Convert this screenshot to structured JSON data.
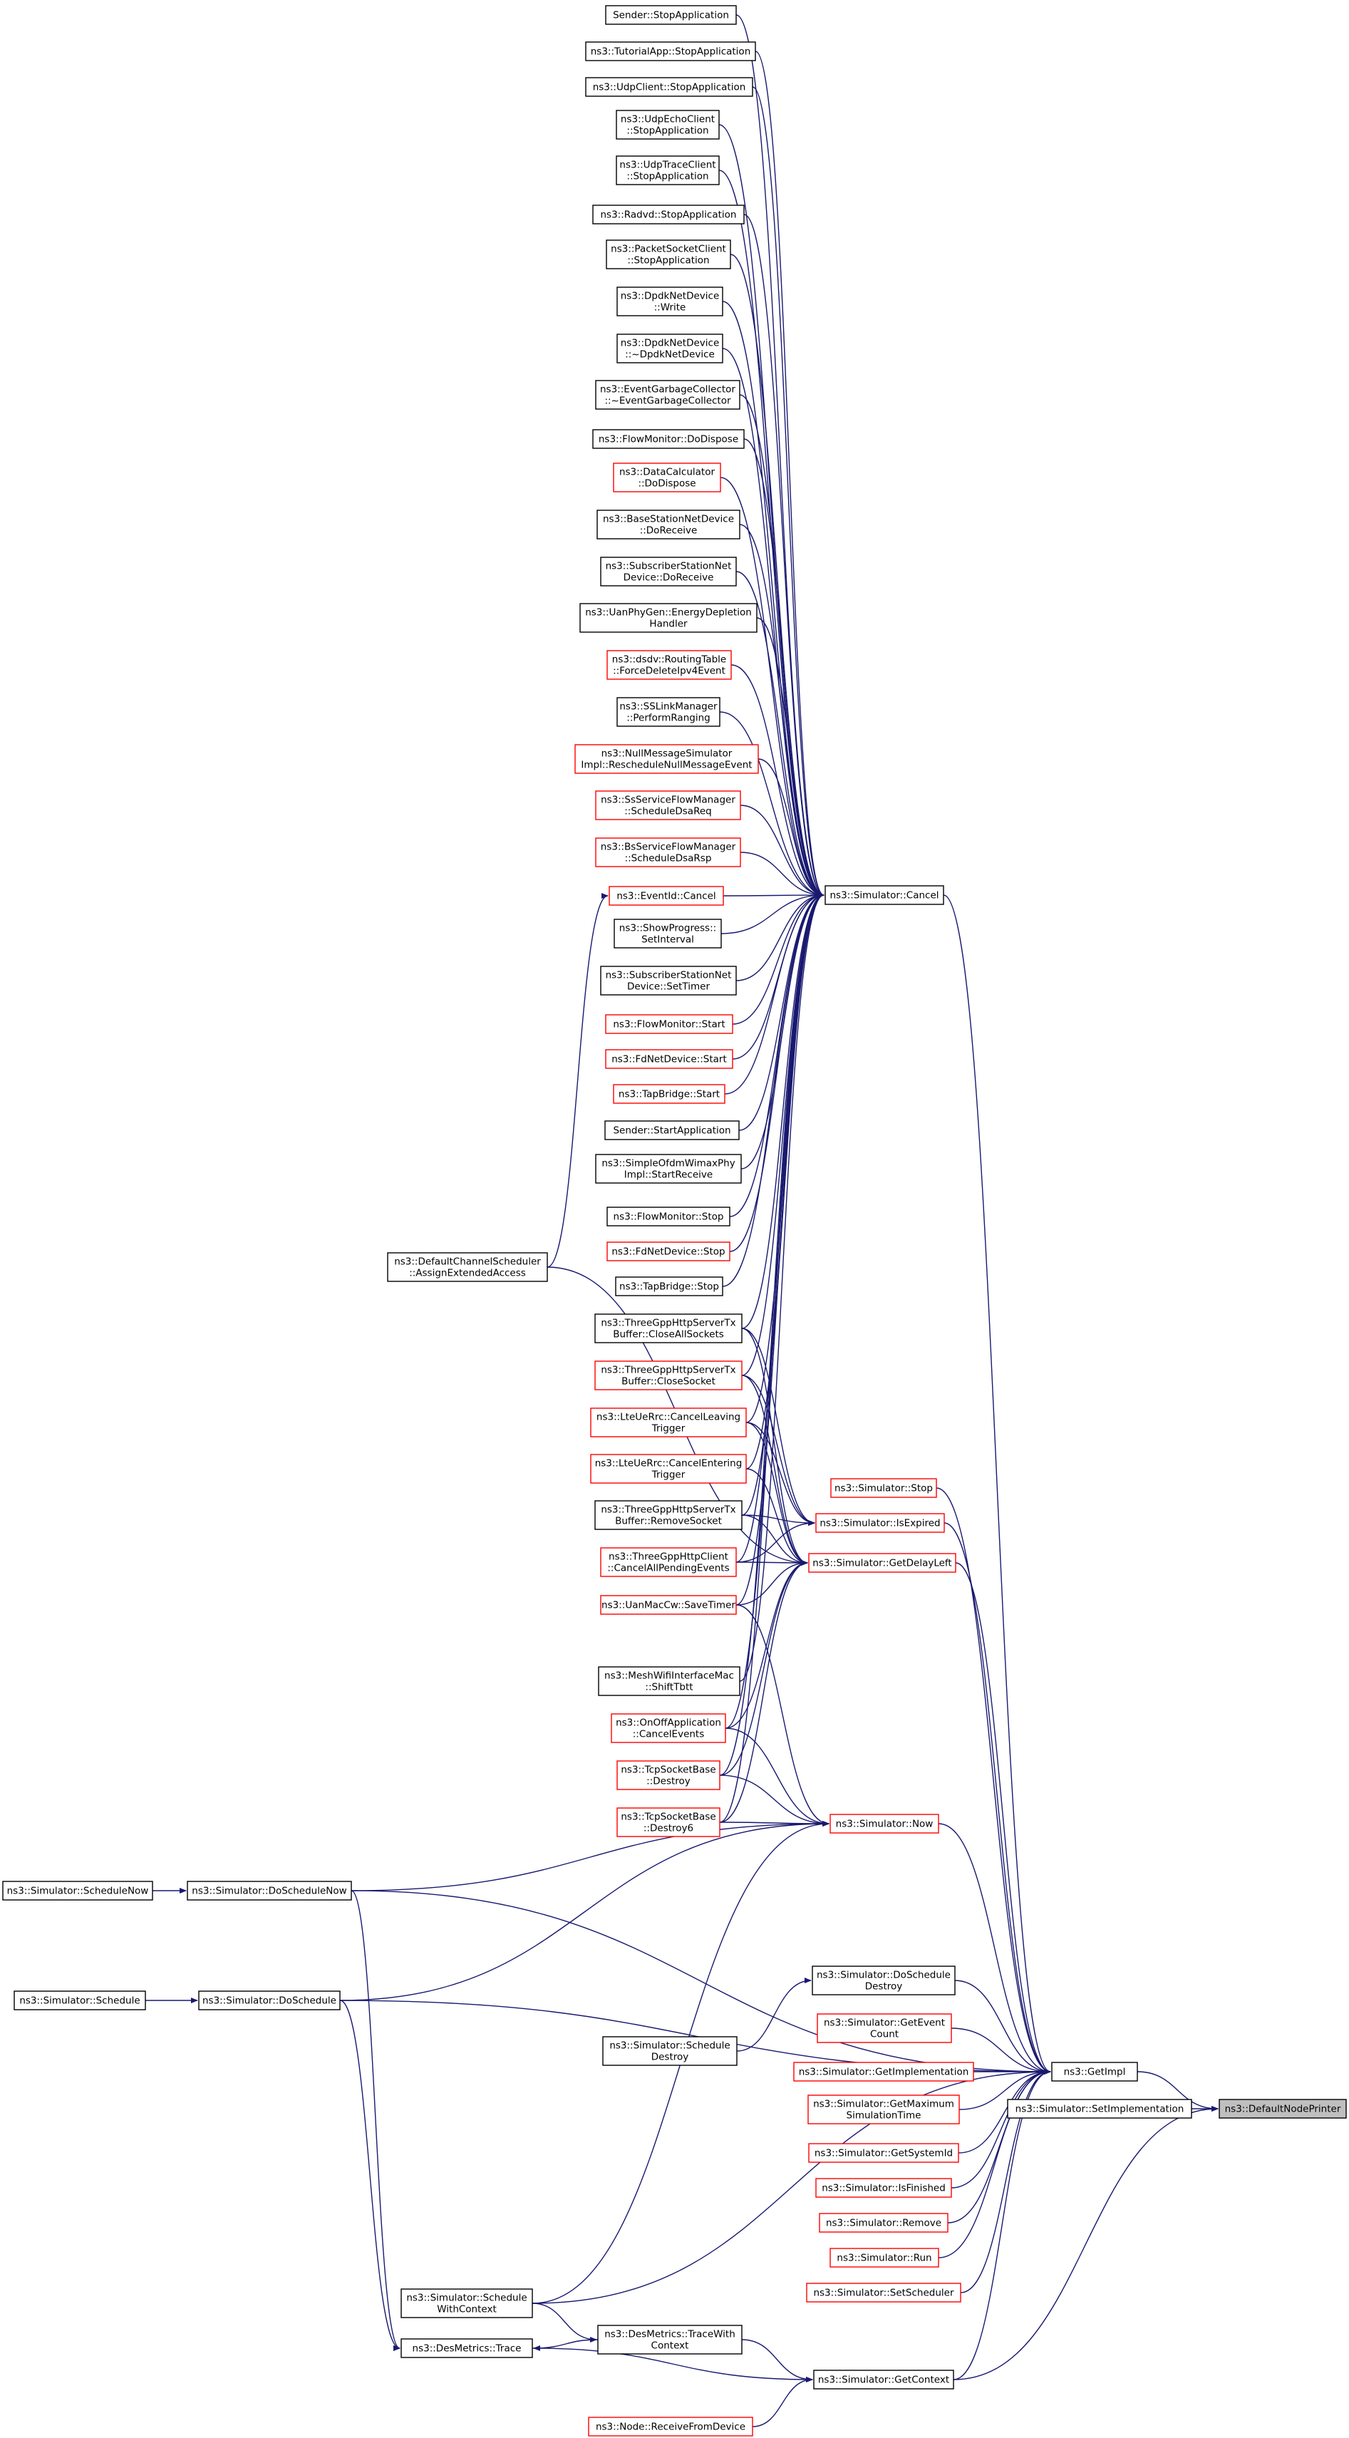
{
  "graph": {
    "edge_color": "#191970",
    "root_fill": "#bfbfbf",
    "incomplete_border": "#ff0000",
    "complete_border": "#000000",
    "nodes": [
      {
        "id": "n_stopapp_sender",
        "lines": [
          "Sender::StopApplication"
        ],
        "style": "link"
      },
      {
        "id": "n_tutorial_stop",
        "lines": [
          "ns3::TutorialApp::StopApplication"
        ],
        "style": "link"
      },
      {
        "id": "n_udpclient_stop",
        "lines": [
          "ns3::UdpClient::StopApplication"
        ],
        "style": "link"
      },
      {
        "id": "n_udpecho_stop",
        "lines": [
          "ns3::UdpEchoClient",
          "::StopApplication"
        ],
        "style": "link"
      },
      {
        "id": "n_udptrace_stop",
        "lines": [
          "ns3::UdpTraceClient",
          "::StopApplication"
        ],
        "style": "link"
      },
      {
        "id": "n_radvd_stop",
        "lines": [
          "ns3::Radvd::StopApplication"
        ],
        "style": "link"
      },
      {
        "id": "n_packetsocket_stop",
        "lines": [
          "ns3::PacketSocketClient",
          "::StopApplication"
        ],
        "style": "link"
      },
      {
        "id": "n_dpdk_write",
        "lines": [
          "ns3::DpdkNetDevice",
          "::Write"
        ],
        "style": "link"
      },
      {
        "id": "n_dpdk_dtor",
        "lines": [
          "ns3::DpdkNetDevice",
          "::~DpdkNetDevice"
        ],
        "style": "link"
      },
      {
        "id": "n_egc_dtor",
        "lines": [
          "ns3::EventGarbageCollector",
          "::~EventGarbageCollector"
        ],
        "style": "link"
      },
      {
        "id": "n_flowmon_dispose",
        "lines": [
          "ns3::FlowMonitor::DoDispose"
        ],
        "style": "link"
      },
      {
        "id": "n_datacalc_dispose",
        "lines": [
          "ns3::DataCalculator",
          "::DoDispose"
        ],
        "style": "red"
      },
      {
        "id": "n_bsnd_receive",
        "lines": [
          "ns3::BaseStationNetDevice",
          "::DoReceive"
        ],
        "style": "link"
      },
      {
        "id": "n_ssnd_receive",
        "lines": [
          "ns3::SubscriberStationNet",
          "Device::DoReceive"
        ],
        "style": "link"
      },
      {
        "id": "n_uanphygen",
        "lines": [
          "ns3::UanPhyGen::EnergyDepletion",
          "Handler"
        ],
        "style": "link"
      },
      {
        "id": "n_dsdv_force",
        "lines": [
          "ns3::dsdv::RoutingTable",
          "::ForceDeleteIpv4Event"
        ],
        "style": "red"
      },
      {
        "id": "n_sslink_ranging",
        "lines": [
          "ns3::SSLinkManager",
          "::PerformRanging"
        ],
        "style": "link"
      },
      {
        "id": "n_nullmsg",
        "lines": [
          "ns3::NullMessageSimulator",
          "Impl::RescheduleNullMessageEvent"
        ],
        "style": "red"
      },
      {
        "id": "n_ssflow_dsareq",
        "lines": [
          "ns3::SsServiceFlowManager",
          "::ScheduleDsaReq"
        ],
        "style": "red"
      },
      {
        "id": "n_bsflow_dsarsp",
        "lines": [
          "ns3::BsServiceFlowManager",
          "::ScheduleDsaRsp"
        ],
        "style": "red"
      },
      {
        "id": "n_eventid_cancel",
        "lines": [
          "ns3::EventId::Cancel"
        ],
        "style": "red"
      },
      {
        "id": "n_showprogress",
        "lines": [
          "ns3::ShowProgress::",
          "SetInterval"
        ],
        "style": "link"
      },
      {
        "id": "n_ssnd_settimer",
        "lines": [
          "ns3::SubscriberStationNet",
          "Device::SetTimer"
        ],
        "style": "link"
      },
      {
        "id": "n_flowmon_start",
        "lines": [
          "ns3::FlowMonitor::Start"
        ],
        "style": "red"
      },
      {
        "id": "n_fdnet_start",
        "lines": [
          "ns3::FdNetDevice::Start"
        ],
        "style": "red"
      },
      {
        "id": "n_tapbridge_start",
        "lines": [
          "ns3::TapBridge::Start"
        ],
        "style": "red"
      },
      {
        "id": "n_sender_startapp",
        "lines": [
          "Sender::StartApplication"
        ],
        "style": "link"
      },
      {
        "id": "n_simpleofdm",
        "lines": [
          "ns3::SimpleOfdmWimaxPhy",
          "Impl::StartReceive"
        ],
        "style": "link"
      },
      {
        "id": "n_flowmon_stop",
        "lines": [
          "ns3::FlowMonitor::Stop"
        ],
        "style": "link"
      },
      {
        "id": "n_fdnet_stop",
        "lines": [
          "ns3::FdNetDevice::Stop"
        ],
        "style": "red"
      },
      {
        "id": "n_tapbridge_stop",
        "lines": [
          "ns3::TapBridge::Stop"
        ],
        "style": "link"
      },
      {
        "id": "n_defaultchan",
        "lines": [
          "ns3::DefaultChannelScheduler",
          "::AssignExtendedAccess"
        ],
        "style": "link"
      },
      {
        "id": "n_http_closeall",
        "lines": [
          "ns3::ThreeGppHttpServerTx",
          "Buffer::CloseAllSockets"
        ],
        "style": "link"
      },
      {
        "id": "n_http_closesock",
        "lines": [
          "ns3::ThreeGppHttpServerTx",
          "Buffer::CloseSocket"
        ],
        "style": "red"
      },
      {
        "id": "n_lte_leaving",
        "lines": [
          "ns3::LteUeRrc::CancelLeaving",
          "Trigger"
        ],
        "style": "red"
      },
      {
        "id": "n_lte_entering",
        "lines": [
          "ns3::LteUeRrc::CancelEntering",
          "Trigger"
        ],
        "style": "red"
      },
      {
        "id": "n_http_removesock",
        "lines": [
          "ns3::ThreeGppHttpServerTx",
          "Buffer::RemoveSocket"
        ],
        "style": "link"
      },
      {
        "id": "n_http_cancelall",
        "lines": [
          "ns3::ThreeGppHttpClient",
          "::CancelAllPendingEvents"
        ],
        "style": "red"
      },
      {
        "id": "n_uanmac_savetimer",
        "lines": [
          "ns3::UanMacCw::SaveTimer"
        ],
        "style": "red"
      },
      {
        "id": "n_meshwifi_shift",
        "lines": [
          "ns3::MeshWifiInterfaceMac",
          "::ShiftTbtt"
        ],
        "style": "link"
      },
      {
        "id": "n_onoff_cancel",
        "lines": [
          "ns3::OnOffApplication",
          "::CancelEvents"
        ],
        "style": "red"
      },
      {
        "id": "n_tcp_destroy",
        "lines": [
          "ns3::TcpSocketBase",
          "::Destroy"
        ],
        "style": "red"
      },
      {
        "id": "n_tcp_destroy6",
        "lines": [
          "ns3::TcpSocketBase",
          "::Destroy6"
        ],
        "style": "red"
      },
      {
        "id": "n_sim_cancel",
        "lines": [
          "ns3::Simulator::Cancel"
        ],
        "style": "link"
      },
      {
        "id": "n_sim_stop",
        "lines": [
          "ns3::Simulator::Stop"
        ],
        "style": "red"
      },
      {
        "id": "n_sim_isexpired",
        "lines": [
          "ns3::Simulator::IsExpired"
        ],
        "style": "red"
      },
      {
        "id": "n_sim_getdelayleft",
        "lines": [
          "ns3::Simulator::GetDelayLeft"
        ],
        "style": "red"
      },
      {
        "id": "n_sim_now",
        "lines": [
          "ns3::Simulator::Now"
        ],
        "style": "red"
      },
      {
        "id": "n_sim_schedulenow",
        "lines": [
          "ns3::Simulator::ScheduleNow"
        ],
        "style": "link"
      },
      {
        "id": "n_sim_doschedulenow",
        "lines": [
          "ns3::Simulator::DoScheduleNow"
        ],
        "style": "link"
      },
      {
        "id": "n_sim_schedule",
        "lines": [
          "ns3::Simulator::Schedule"
        ],
        "style": "link"
      },
      {
        "id": "n_sim_doschedule",
        "lines": [
          "ns3::Simulator::DoSchedule"
        ],
        "style": "link"
      },
      {
        "id": "n_sim_doscheddestroy",
        "lines": [
          "ns3::Simulator::DoSchedule",
          "Destroy"
        ],
        "style": "link"
      },
      {
        "id": "n_sim_scheddestroy",
        "lines": [
          "ns3::Simulator::Schedule",
          "Destroy"
        ],
        "style": "link"
      },
      {
        "id": "n_sim_geteventcount",
        "lines": [
          "ns3::Simulator::GetEvent",
          "Count"
        ],
        "style": "red"
      },
      {
        "id": "n_sim_getimplementation",
        "lines": [
          "ns3::Simulator::GetImplementation"
        ],
        "style": "red"
      },
      {
        "id": "n_sim_getmaxtime",
        "lines": [
          "ns3::Simulator::GetMaximum",
          "SimulationTime"
        ],
        "style": "red"
      },
      {
        "id": "n_sim_getsystemid",
        "lines": [
          "ns3::Simulator::GetSystemId"
        ],
        "style": "red"
      },
      {
        "id": "n_sim_isfinished",
        "lines": [
          "ns3::Simulator::IsFinished"
        ],
        "style": "red"
      },
      {
        "id": "n_sim_remove",
        "lines": [
          "ns3::Simulator::Remove"
        ],
        "style": "red"
      },
      {
        "id": "n_sim_run",
        "lines": [
          "ns3::Simulator::Run"
        ],
        "style": "red"
      },
      {
        "id": "n_sim_setscheduler",
        "lines": [
          "ns3::Simulator::SetScheduler"
        ],
        "style": "red"
      },
      {
        "id": "n_getimpl",
        "lines": [
          "ns3::GetImpl"
        ],
        "style": "link"
      },
      {
        "id": "n_sim_setimplementation",
        "lines": [
          "ns3::Simulator::SetImplementation"
        ],
        "style": "link"
      },
      {
        "id": "n_defaultnodeprinter",
        "lines": [
          "ns3::DefaultNodePrinter"
        ],
        "style": "root"
      },
      {
        "id": "n_sim_schedwithctx",
        "lines": [
          "ns3::Simulator::Schedule",
          "WithContext"
        ],
        "style": "link"
      },
      {
        "id": "n_desmetrics_trace",
        "lines": [
          "ns3::DesMetrics::Trace"
        ],
        "style": "link"
      },
      {
        "id": "n_desmetrics_tracewith",
        "lines": [
          "ns3::DesMetrics::TraceWith",
          "Context"
        ],
        "style": "link"
      },
      {
        "id": "n_sim_getcontext",
        "lines": [
          "ns3::Simulator::GetContext"
        ],
        "style": "link"
      },
      {
        "id": "n_node_receive",
        "lines": [
          "ns3::Node::ReceiveFromDevice"
        ],
        "style": "red"
      }
    ],
    "edges": [
      [
        "n_stopapp_sender",
        "n_sim_cancel"
      ],
      [
        "n_tutorial_stop",
        "n_sim_cancel"
      ],
      [
        "n_udpclient_stop",
        "n_sim_cancel"
      ],
      [
        "n_udpecho_stop",
        "n_sim_cancel"
      ],
      [
        "n_udptrace_stop",
        "n_sim_cancel"
      ],
      [
        "n_radvd_stop",
        "n_sim_cancel"
      ],
      [
        "n_packetsocket_stop",
        "n_sim_cancel"
      ],
      [
        "n_dpdk_write",
        "n_sim_cancel"
      ],
      [
        "n_dpdk_dtor",
        "n_sim_cancel"
      ],
      [
        "n_egc_dtor",
        "n_sim_cancel"
      ],
      [
        "n_flowmon_dispose",
        "n_sim_cancel"
      ],
      [
        "n_datacalc_dispose",
        "n_sim_cancel"
      ],
      [
        "n_bsnd_receive",
        "n_sim_cancel"
      ],
      [
        "n_ssnd_receive",
        "n_sim_cancel"
      ],
      [
        "n_uanphygen",
        "n_sim_cancel"
      ],
      [
        "n_dsdv_force",
        "n_sim_cancel"
      ],
      [
        "n_sslink_ranging",
        "n_sim_cancel"
      ],
      [
        "n_nullmsg",
        "n_sim_cancel"
      ],
      [
        "n_ssflow_dsareq",
        "n_sim_cancel"
      ],
      [
        "n_bsflow_dsarsp",
        "n_sim_cancel"
      ],
      [
        "n_eventid_cancel",
        "n_sim_cancel"
      ],
      [
        "n_showprogress",
        "n_sim_cancel"
      ],
      [
        "n_ssnd_settimer",
        "n_sim_cancel"
      ],
      [
        "n_flowmon_start",
        "n_sim_cancel"
      ],
      [
        "n_fdnet_start",
        "n_sim_cancel"
      ],
      [
        "n_tapbridge_start",
        "n_sim_cancel"
      ],
      [
        "n_sender_startapp",
        "n_sim_cancel"
      ],
      [
        "n_simpleofdm",
        "n_sim_cancel"
      ],
      [
        "n_flowmon_stop",
        "n_sim_cancel"
      ],
      [
        "n_fdnet_stop",
        "n_sim_cancel"
      ],
      [
        "n_tapbridge_stop",
        "n_sim_cancel"
      ],
      [
        "n_http_closeall",
        "n_sim_cancel"
      ],
      [
        "n_http_closesock",
        "n_sim_cancel"
      ],
      [
        "n_lte_leaving",
        "n_sim_cancel"
      ],
      [
        "n_lte_entering",
        "n_sim_cancel"
      ],
      [
        "n_http_removesock",
        "n_sim_cancel"
      ],
      [
        "n_http_cancelall",
        "n_sim_cancel"
      ],
      [
        "n_uanmac_savetimer",
        "n_sim_cancel"
      ],
      [
        "n_meshwifi_shift",
        "n_sim_cancel"
      ],
      [
        "n_onoff_cancel",
        "n_sim_cancel"
      ],
      [
        "n_tcp_destroy",
        "n_sim_cancel"
      ],
      [
        "n_tcp_destroy6",
        "n_sim_cancel"
      ],
      [
        "n_defaultchan",
        "n_eventid_cancel"
      ],
      [
        "n_defaultchan",
        "n_sim_getdelayleft"
      ],
      [
        "n_http_closeall",
        "n_sim_isexpired"
      ],
      [
        "n_http_closesock",
        "n_sim_isexpired"
      ],
      [
        "n_lte_leaving",
        "n_sim_isexpired"
      ],
      [
        "n_http_removesock",
        "n_sim_isexpired"
      ],
      [
        "n_http_cancelall",
        "n_sim_isexpired"
      ],
      [
        "n_http_closeall",
        "n_sim_getdelayleft"
      ],
      [
        "n_http_closesock",
        "n_sim_getdelayleft"
      ],
      [
        "n_lte_leaving",
        "n_sim_getdelayleft"
      ],
      [
        "n_lte_entering",
        "n_sim_getdelayleft"
      ],
      [
        "n_http_removesock",
        "n_sim_getdelayleft"
      ],
      [
        "n_http_cancelall",
        "n_sim_getdelayleft"
      ],
      [
        "n_uanmac_savetimer",
        "n_sim_getdelayleft"
      ],
      [
        "n_onoff_cancel",
        "n_sim_getdelayleft"
      ],
      [
        "n_tcp_destroy",
        "n_sim_getdelayleft"
      ],
      [
        "n_tcp_destroy6",
        "n_sim_getdelayleft"
      ],
      [
        "n_uanmac_savetimer",
        "n_sim_now"
      ],
      [
        "n_onoff_cancel",
        "n_sim_now"
      ],
      [
        "n_tcp_destroy",
        "n_sim_now"
      ],
      [
        "n_tcp_destroy6",
        "n_sim_now"
      ],
      [
        "n_sim_doschedulenow",
        "n_sim_now"
      ],
      [
        "n_sim_doschedule",
        "n_sim_now"
      ],
      [
        "n_sim_schedwithctx",
        "n_sim_now"
      ],
      [
        "n_sim_schedulenow",
        "n_sim_doschedulenow"
      ],
      [
        "n_sim_schedule",
        "n_sim_doschedule"
      ],
      [
        "n_sim_scheddestroy",
        "n_sim_doscheddestroy"
      ],
      [
        "n_sim_doschedulenow",
        "n_desmetrics_trace"
      ],
      [
        "n_sim_doschedule",
        "n_desmetrics_trace"
      ],
      [
        "n_sim_schedwithctx",
        "n_desmetrics_tracewith"
      ],
      [
        "n_desmetrics_tracewith",
        "n_desmetrics_trace"
      ],
      [
        "n_desmetrics_trace",
        "n_sim_getcontext"
      ],
      [
        "n_desmetrics_tracewith",
        "n_sim_getcontext"
      ],
      [
        "n_node_receive",
        "n_sim_getcontext"
      ],
      [
        "n_sim_cancel",
        "n_getimpl"
      ],
      [
        "n_sim_stop",
        "n_getimpl"
      ],
      [
        "n_sim_isexpired",
        "n_getimpl"
      ],
      [
        "n_sim_getdelayleft",
        "n_getimpl"
      ],
      [
        "n_sim_now",
        "n_getimpl"
      ],
      [
        "n_sim_doschedulenow",
        "n_getimpl"
      ],
      [
        "n_sim_doschedule",
        "n_getimpl"
      ],
      [
        "n_sim_doscheddestroy",
        "n_getimpl"
      ],
      [
        "n_sim_geteventcount",
        "n_getimpl"
      ],
      [
        "n_sim_getimplementation",
        "n_getimpl"
      ],
      [
        "n_sim_getmaxtime",
        "n_getimpl"
      ],
      [
        "n_sim_getsystemid",
        "n_getimpl"
      ],
      [
        "n_sim_isfinished",
        "n_getimpl"
      ],
      [
        "n_sim_remove",
        "n_getimpl"
      ],
      [
        "n_sim_run",
        "n_getimpl"
      ],
      [
        "n_sim_setscheduler",
        "n_getimpl"
      ],
      [
        "n_sim_schedwithctx",
        "n_getimpl"
      ],
      [
        "n_sim_getcontext",
        "n_getimpl"
      ],
      [
        "n_getimpl",
        "n_defaultnodeprinter"
      ],
      [
        "n_sim_setimplementation",
        "n_defaultnodeprinter"
      ],
      [
        "n_sim_getcontext",
        "n_defaultnodeprinter"
      ]
    ]
  }
}
